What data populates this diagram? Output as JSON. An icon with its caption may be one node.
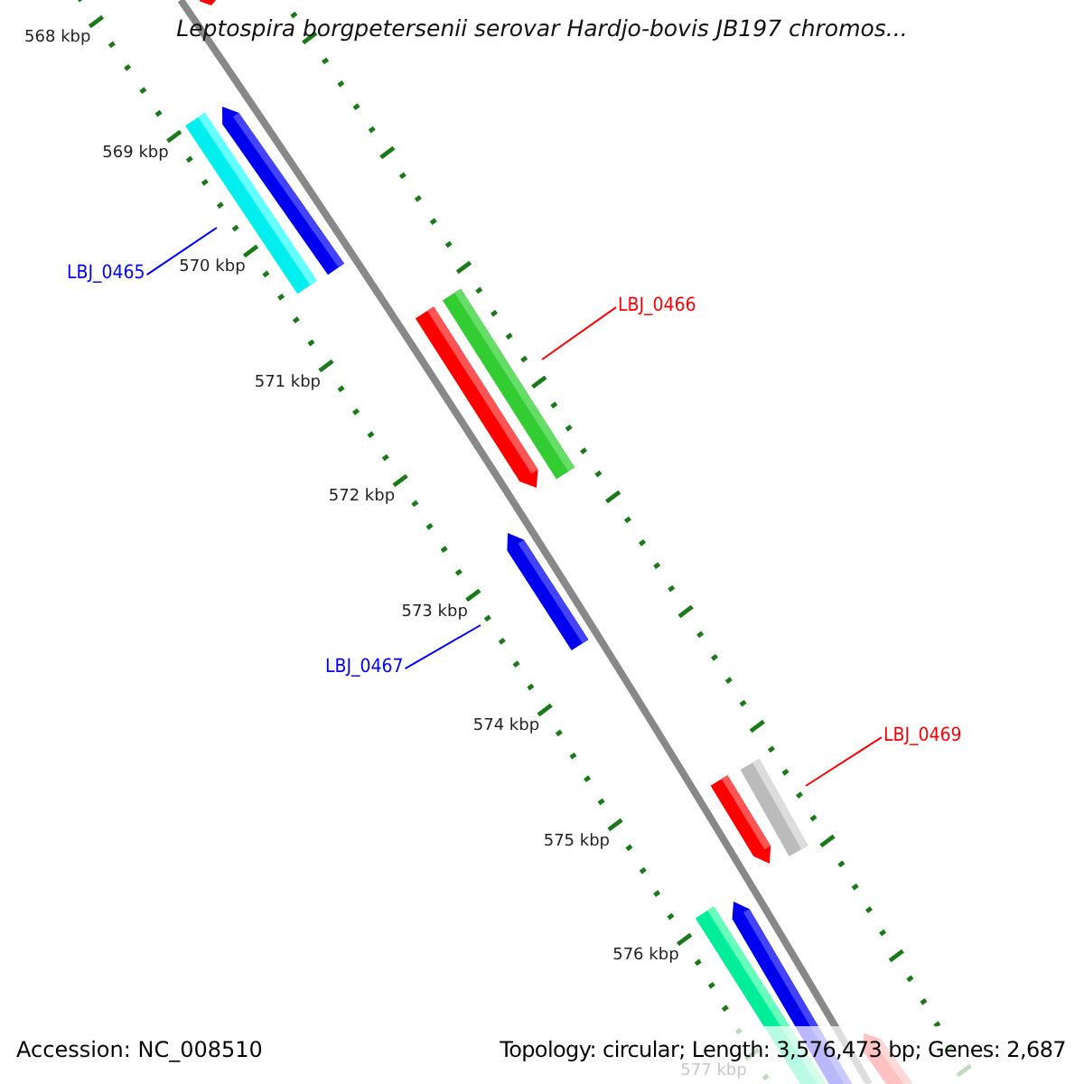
{
  "diagram": {
    "title": "Leptospira borgpetersenii serovar Hardjo-bovis JB197 chromos...",
    "nodes": [
      {
        "text": [
          "LBJ_0465"
        ]
      },
      {
        "text": [],
        "shape": "bar"
      },
      {
        "text": [
          "LBJ_0466"
        ]
      },
      {
        "text": [],
        "shape": "bar"
      },
      {
        "text": [
          "LBJ_0467"
        ]
      },
      {
        "text": [],
        "shape": "bar"
      },
      {
        "text": [
          "LBJ_0469"
        ]
      },
      {
        "text": [],
        "shape": "bar"
      }
    ],
    "edges": [
      {
        "from": 0,
        "to": 1,
        "arrow": "none",
        "color": "#0000ff"
      },
      {
        "from": 2,
        "to": 3,
        "arrow": "none",
        "color": "#ff0000"
      },
      {
        "from": 4,
        "to": 5,
        "arrow": "none",
        "color": "#0000ff"
      },
      {
        "from": 6,
        "to": 7,
        "arrow": "none",
        "color": "#ff0000"
      }
    ],
    "labels": [
      "568 kbp",
      "569 kbp",
      "570 kbp",
      "571 kbp",
      "572 kbp",
      "573 kbp",
      "574 kbp",
      "575 kbp",
      "576 kbp",
      "577 kbp",
      "Accession: NC_008510",
      "Topology: circular; Length: 3,576,473 bp; Genes: 2,687"
    ]
  }
}
